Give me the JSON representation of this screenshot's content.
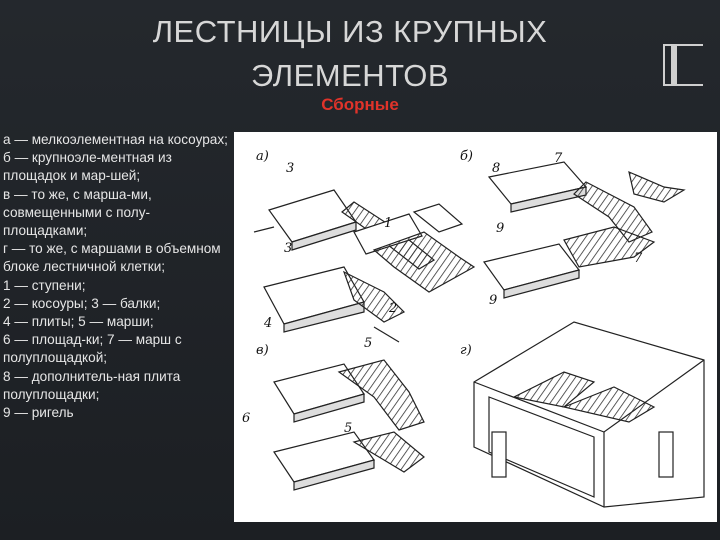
{
  "slide": {
    "title_line1": "ЛЕСТНИЦЫ ИЗ КРУПНЫХ",
    "title_line2": "ЭЛЕМЕНТОВ",
    "subtitle": "Сборные"
  },
  "legend": [
    "а — мелкоэлементная на косоурах;",
    "б — крупноэле-ментная из площадок и мар-шей;",
    "в — то же, с марша-ми, совмещенными с полу-площадками;",
    "г — то же, с маршами в объемном блоке лестничной клетки;",
    "1 — ступени;",
    "2 — косоуры; 3 — балки;",
    "4 — плиты; 5 — марши;",
    "6 — площад-ки; 7 — марш с полуплощадкой;",
    "8 — дополнитель-ная плита полуплощадки;",
    "9 — ригель"
  ],
  "figure": {
    "labels": {
      "a": "а)",
      "b": "б)",
      "v": "в)",
      "g": "г)",
      "n3a": "3",
      "n3b": "3",
      "n1": "1",
      "n2": "2",
      "n4": "4",
      "n5a": "5",
      "n6": "6",
      "n5b": "5",
      "n8": "8",
      "n7a": "7",
      "n7b": "7",
      "n9a": "9",
      "n9b": "9"
    }
  }
}
